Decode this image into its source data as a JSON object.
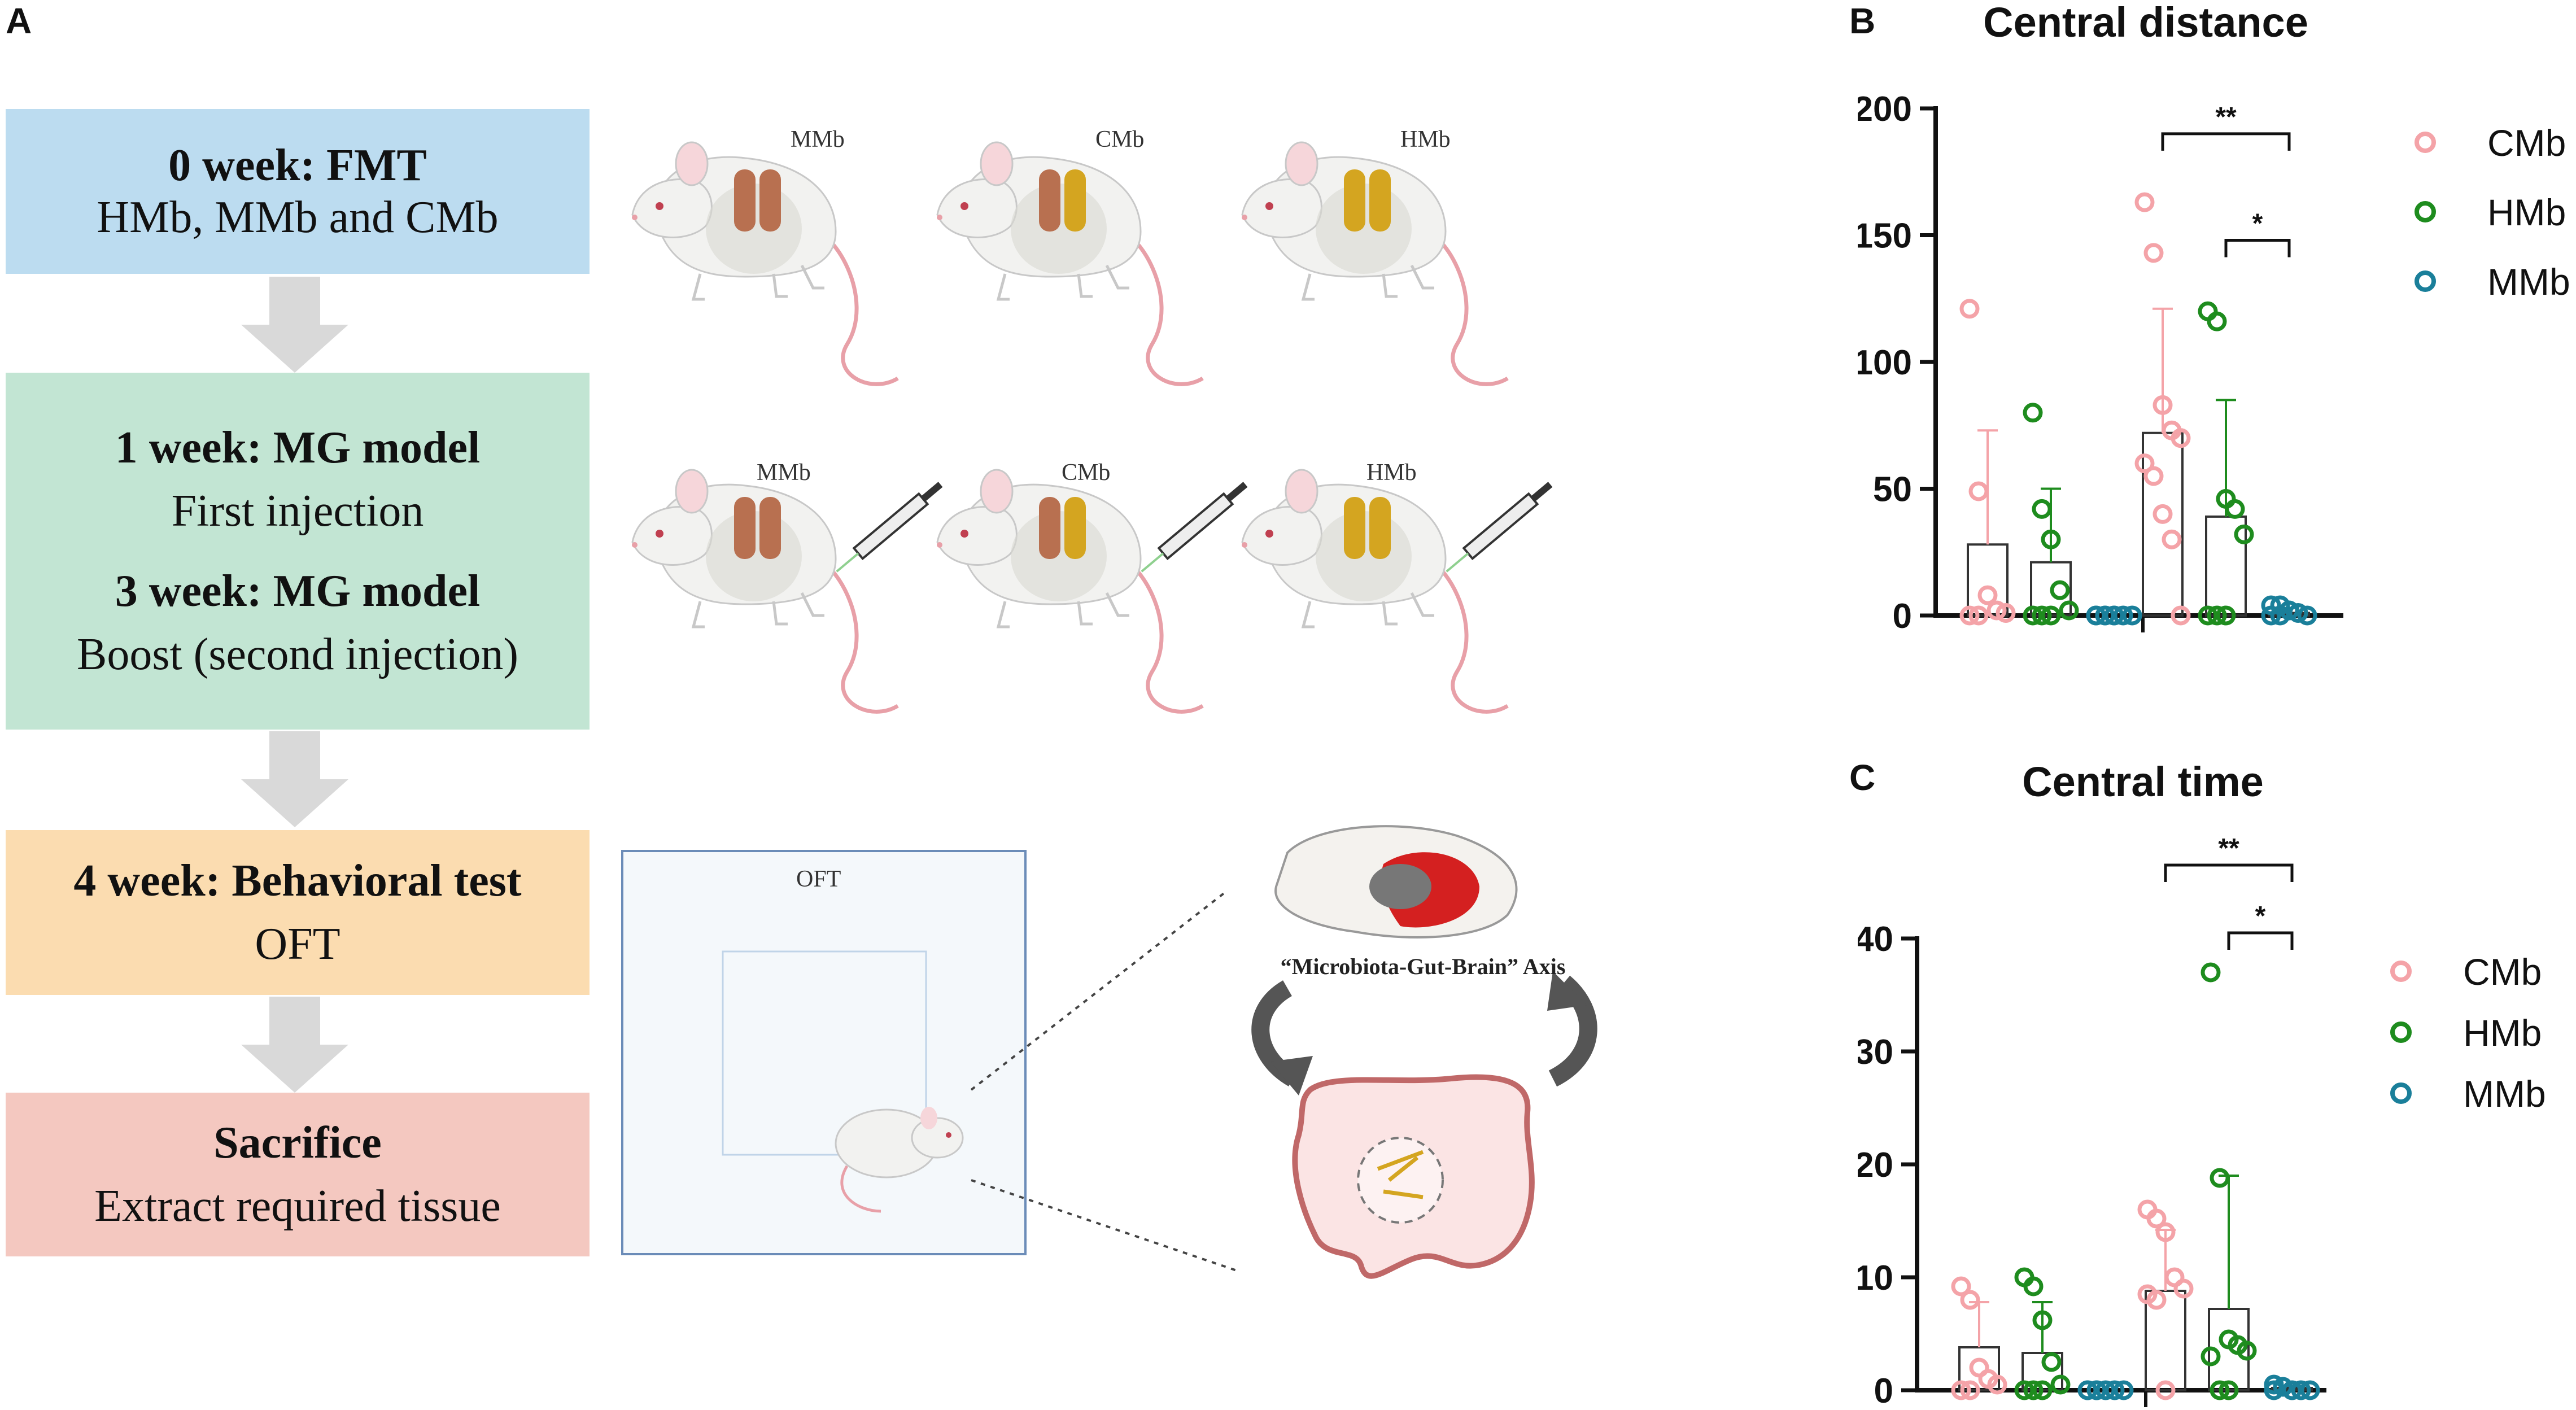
{
  "panels": {
    "a": "A",
    "b": "B",
    "c": "C"
  },
  "steps": [
    {
      "title": "0 week: FMT",
      "lines": [
        "HMb, MMb and CMb"
      ],
      "color": "#bcdcf0"
    },
    {
      "title": "1 week: MG model",
      "lines": [
        "First injection"
      ],
      "title2": "3 week: MG model",
      "lines2": [
        "Boost (second injection)"
      ],
      "color": "#c2e5d3"
    },
    {
      "title": "4 week: Behavioral test",
      "lines": [
        "OFT"
      ],
      "color": "#fbdcb0"
    },
    {
      "title": "Sacrifice",
      "lines": [
        "Extract required tissue"
      ],
      "color": "#f4c8c0"
    }
  ],
  "mice_row1": [
    "MMb",
    "CMb",
    "HMb"
  ],
  "mice_row2": [
    "MMb",
    "CMb",
    "HMb"
  ],
  "oft_label": "OFT",
  "axis_label": "“Microbiota-Gut-Brain” Axis",
  "colors": {
    "CMb": "#f4a3a8",
    "HMb": "#1e8c1e",
    "MMb": "#1a7f9a",
    "pellet_brown": "#b87050",
    "pellet_gold": "#d4a520"
  },
  "chart_data": [
    {
      "type": "bar",
      "title": "Central distance",
      "ylim": [
        0,
        200
      ],
      "yticks": [
        0,
        50,
        100,
        150,
        200
      ],
      "legend": [
        "CMb",
        "HMb",
        "MMb"
      ],
      "legend_position": "right",
      "groups": [
        {
          "bars": [
            {
              "series": "CMb",
              "mean": 28,
              "sd_top": 73,
              "points": [
                121,
                49,
                8,
                2,
                1,
                0,
                0
              ]
            },
            {
              "series": "HMb",
              "mean": 21,
              "sd_top": 50,
              "points": [
                80,
                42,
                30,
                10,
                2,
                0,
                0,
                0
              ]
            },
            {
              "series": "MMb",
              "mean": 0,
              "sd_top": 0,
              "points": [
                0,
                0,
                0,
                0,
                0,
                0,
                0,
                0
              ]
            }
          ]
        },
        {
          "bars": [
            {
              "series": "CMb",
              "mean": 72,
              "sd_top": 121,
              "points": [
                163,
                143,
                83,
                73,
                70,
                60,
                55,
                40,
                30,
                0
              ]
            },
            {
              "series": "HMb",
              "mean": 39,
              "sd_top": 85,
              "points": [
                120,
                116,
                46,
                42,
                32,
                0,
                0,
                0
              ]
            },
            {
              "series": "MMb",
              "mean": 1,
              "sd_top": 3,
              "points": [
                4,
                4,
                2,
                1,
                0,
                0,
                0
              ]
            }
          ]
        }
      ],
      "significance": [
        {
          "label": "**",
          "from": "group2-CMb",
          "to": "group2-MMb",
          "y": 190
        },
        {
          "label": "*",
          "from": "group2-HMb",
          "to": "group2-MMb",
          "y": 148
        }
      ]
    },
    {
      "type": "bar",
      "title": "Central time",
      "ylim": [
        0,
        40
      ],
      "yticks": [
        0,
        10,
        20,
        30,
        40
      ],
      "legend": [
        "CMb",
        "HMb",
        "MMb"
      ],
      "legend_position": "right",
      "groups": [
        {
          "bars": [
            {
              "series": "CMb",
              "mean": 3.8,
              "sd_top": 7.8,
              "points": [
                9.2,
                8,
                2,
                1,
                0.5,
                0,
                0
              ]
            },
            {
              "series": "HMb",
              "mean": 3.3,
              "sd_top": 7.8,
              "points": [
                10,
                9.2,
                6.2,
                2.5,
                0.5,
                0,
                0,
                0
              ]
            },
            {
              "series": "MMb",
              "mean": 0,
              "sd_top": 0,
              "points": [
                0,
                0,
                0,
                0,
                0,
                0,
                0
              ]
            }
          ]
        },
        {
          "bars": [
            {
              "series": "CMb",
              "mean": 8.8,
              "sd_top": 14.2,
              "points": [
                16,
                15.2,
                14,
                10,
                9,
                8.5,
                8,
                0
              ]
            },
            {
              "series": "HMb",
              "mean": 7.2,
              "sd_top": 19,
              "points": [
                37,
                18.8,
                4.5,
                4,
                3.5,
                3,
                0,
                0
              ]
            },
            {
              "series": "MMb",
              "mean": 0.2,
              "sd_top": 0.4,
              "points": [
                0.5,
                0.3,
                0,
                0,
                0,
                0
              ]
            }
          ]
        }
      ],
      "significance": [
        {
          "label": "**",
          "from": "group2-CMb",
          "to": "group2-MMb",
          "y": 46.5
        },
        {
          "label": "*",
          "from": "group2-HMb",
          "to": "group2-MMb",
          "y": 40.5
        }
      ]
    }
  ]
}
